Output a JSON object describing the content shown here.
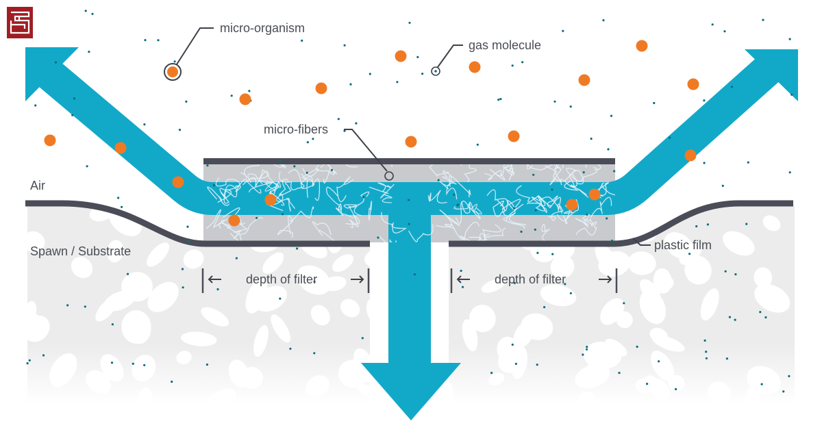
{
  "logo": {
    "name": "brand-logo",
    "color": "#a01e23"
  },
  "colors": {
    "airflow": "#12a9c9",
    "organism": "#f07a23",
    "gas": "#0a6e7c",
    "film": "#4a4d57",
    "filter_fill": "#c9cacd",
    "fiber": "#e8f4fb",
    "substrate": "#ececec",
    "label": "#4a4d55"
  },
  "labels": {
    "micro_organism": "micro-organism",
    "gas_molecule": "gas molecule",
    "micro_fibers": "micro-fibers",
    "air": "Air",
    "substrate": "Spawn / Substrate",
    "plastic_film": "plastic film",
    "depth_left": "depth of filter",
    "depth_right": "depth of filter"
  }
}
